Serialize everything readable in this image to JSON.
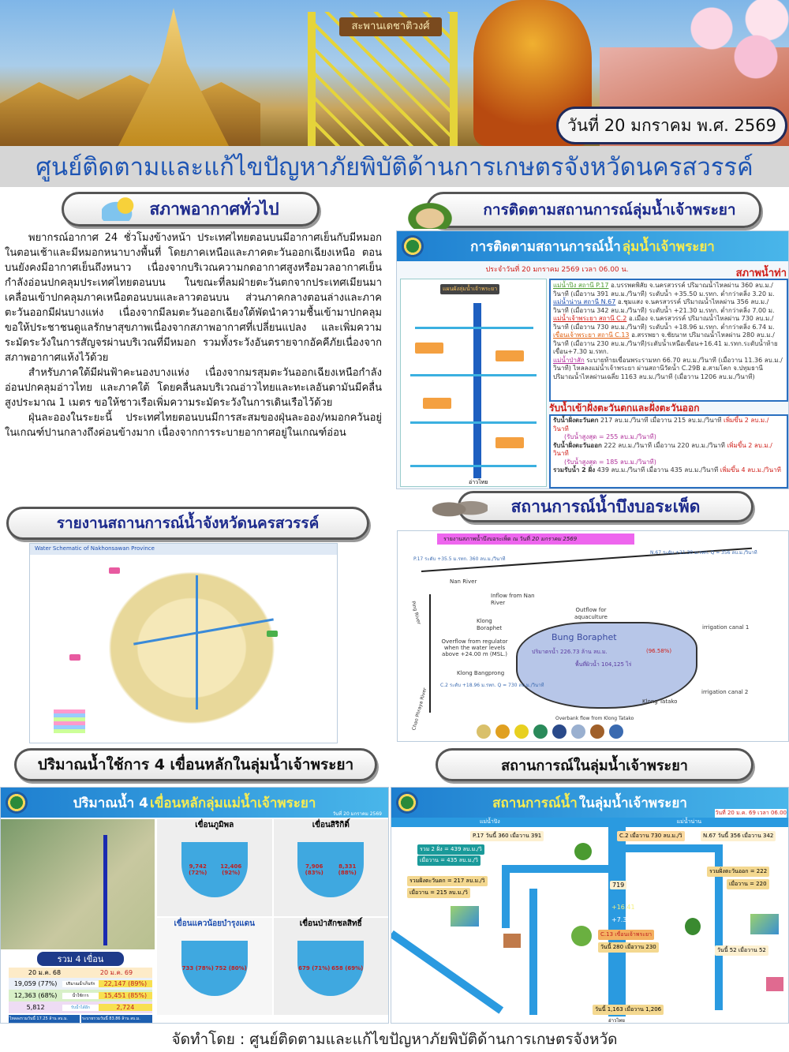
{
  "banner": {
    "sign_text": "สะพานเดชาติวงศ์",
    "date": "วันที่ 20 มกราคม พ.ศ. 2569"
  },
  "title": "ศูนย์ติดตามและแก้ไขปัญหาภัยพิบัติด้านการเกษตรจังหวัดนครสวรรค์",
  "sections": {
    "weather_header": "สภาพอากาศทั่วไป",
    "chaophraya_monitor_header": "การติดตามสถานการณ์ลุ่มน้ำเจ้าพระยา",
    "nakhonsawan_report_header": "รายงานสถานการณ์น้ำจังหวัดนครสวรรค์",
    "borapet_header": "สถานการณ์น้ำบึงบอระเพ็ด",
    "dams_header": "ปริมาณน้ำใช้การ 4 เขื่อนหลักในลุ่มน้ำเจ้าพระยา",
    "basin_header": "สถานการณ์ในลุ่มน้ำเจ้าพระยา"
  },
  "weather": {
    "paragraphs": [
      "พยากรณ์อากาศ 24 ชั่วโมงข้างหน้า ประเทศไทยตอนบนมีอากาศเย็นกับมีหมอกในตอนเช้าและมีหมอกหนาบางพื้นที่ โดยภาคเหนือและภาคตะวันออกเฉียงเหนือ ตอนบนยังคงมีอากาศเย็นถึงหนาว เนื่องจากบริเวณความกดอากาศสูงหรือมวลอากาศเย็นกำลังอ่อนปกคลุมประเทศไทยตอนบน ในขณะที่ลมฝ่ายตะวันตกจากประเทศเมียนมาเคลื่อนเข้าปกคลุมภาคเหนือตอนบนและลาวตอนบน ส่วนภาคกลางตอนล่างและภาคตะวันออกมีฝนบางแห่ง เนื่องจากมีลมตะวันออกเฉียงใต้พัดนำความชื้นเข้ามาปกคลุม ขอให้ประชาชนดูแลรักษาสุขภาพเนื่องจากสภาพอากาศที่เปลี่ยนแปลง และเพิ่มความระมัดระวังในการสัญจรผ่านบริเวณที่มีหมอก รวมทั้งระวังอันตรายจากอัคคีภัยเนื่องจากสภาพอากาศแห้งไว้ด้วย",
      "สำหรับภาคใต้มีฝนฟ้าคะนองบางแห่ง เนื่องจากมรสุมตะวันออกเฉียงเหนือกำลังอ่อนปกคลุมอ่าวไทย และภาคใต้ โดยคลื่นลมบริเวณอ่าวไทยและทะเลอันดามันมีคลื่นสูงประมาณ 1 เมตร ขอให้ชาวเรือเพิ่มความระมัดระวังในการเดินเรือไว้ด้วย",
      "ฝุ่นละอองในระยะนี้ ประเทศไทยตอนบนมีการสะสมของฝุ่นละออง/หมอกควันอยู่ในเกณฑ์ปานกลางถึงค่อนข้างมาก เนื่องจากการระบายอากาศอยู่ในเกณฑ์อ่อน"
    ]
  },
  "chaophraya_panel": {
    "title_a": "การติดตามสถานการณ์น้ำ",
    "title_b": "ลุ่มน้ำเจ้าพระยา",
    "as_of": "ประจำวันที่ 20 มกราคม 2569 เวลา 06.00 น.",
    "status_title": "สภาพน้ำท่า",
    "diagram_label": "แผนผังลุ่มน้ำเจ้าพระยา",
    "gulf": "อ่าวไทย",
    "stations": [
      {
        "name": "แม่น้ำปิง สถานี P.17",
        "text": "อ.บรรพตพิสัย จ.นครสวรรค์ ปริมาณน้ำไหลผ่าน 360 ลบ.ม./วินาที (เมื่อวาน 391 ลบ.ม./วินาที) ระดับน้ำ +35.50 ม.รทก. ต่ำกว่าตลิ่ง 3.20 ม."
      },
      {
        "name": "แม่น้ำน่าน สถานี N.67",
        "text": "อ.ชุมแสง จ.นครสวรรค์ ปริมาณน้ำไหลผ่าน 356 ลบ.ม./วินาที (เมื่อวาน 342 ลบ.ม./วินาที) ระดับน้ำ +21.30 ม.รทก. ต่ำกว่าตลิ่ง 7.00 ม."
      },
      {
        "name": "แม่น้ำเจ้าพระยา สถานี C.2",
        "text": "อ.เมือง จ.นครสวรรค์ ปริมาณน้ำไหลผ่าน 730 ลบ.ม./วินาที (เมื่อวาน 730 ลบ.ม./วินาที) ระดับน้ำ +18.96 ม.รทก. ต่ำกว่าตลิ่ง 6.74 ม."
      },
      {
        "name": "เขื่อนเจ้าพระยา สถานี C.13",
        "text": "อ.สรรพยา จ.ชัยนาท ปริมาณน้ำไหลผ่าน 280 ลบ.ม./วินาที (เมื่อวาน 230 ลบ.ม./วินาที)ระดับน้ำเหนือเขื่อน+16.41 ม.รทก.ระดับน้ำท้ายเขื่อน+7.30 ม.รทก."
      },
      {
        "name": "แม่น้ำป่าสัก",
        "text": "ระบายท้ายเขื่อนพระรามหก 66.70 ลบ.ม./วินาที (เมื่อวาน 11.36 ลบ.ม./วินาที) ไหลลงแม่น้ำเจ้าพระยา ผ่านสถานีวัดน้ำ C.29B อ.สามโคก จ.ปทุมธานี ปริมาณน้ำไหลผ่านเฉลี่ย 1163 ลบ.ม./วินาที (เมื่อวาน 1206 ลบ.ม./วินาที)"
      }
    ],
    "intake_title": "รับน้ำเข้าฝั่งตะวันตกและฝั่งตะวันออก",
    "intake": [
      {
        "label": "รับน้ำฝั่งตะวันตก",
        "value": "217 ลบ.ม./วินาที เมื่อวาน 215 ลบ.ม./วินาที",
        "change": "เพิ่มขึ้น 2 ลบ.ม./วินาที",
        "max": "(รับน้ำสูงสุด = 255 ลบ.ม./วินาที)"
      },
      {
        "label": "รับน้ำฝั่งตะวันออก",
        "value": "222 ลบ.ม./วินาที เมื่อวาน 220 ลบ.ม./วินาที",
        "change": "เพิ่มขึ้น 2 ลบ.ม./วินาที",
        "max": "(รับน้ำสูงสุด = 185 ลบ.ม./วินาที)"
      },
      {
        "label": "รวมรับน้ำ 2 ฝั่ง",
        "value": "439 ลบ.ม./วินาที เมื่อวาน 435 ลบ.ม./วินาที",
        "change": "เพิ่มขึ้น 4 ลบ.ม./วินาที",
        "max": ""
      }
    ]
  },
  "nakhonsawan_map": {
    "title": "Water Schematic of Nakhonsawan Province"
  },
  "borapet": {
    "report_label": "รายงานสภาพน้ำบึงบอระเพ็ด ณ วันที่",
    "report_date": "20 มกราคม 2569",
    "lake_name": "Bung Boraphet",
    "volume": "ปริมาตรน้ำ 226.73 ล้าน ลบ.ม.",
    "percent": "(96.58%)",
    "area": "พื้นที่ผิวน้ำ 104,125 ไร่",
    "p17": "P.17 ระดับ +35.5 ม.รทก. 360 ลบ.ม./วินาที",
    "n67": "N.67 ระดับ +21.30 ม.รทก. Q = 356 ลบ.ม./วินาที",
    "c2": "C.2 ระดับ +18.96 ม.รทก. Q = 730 ลบ.ม./วินาที",
    "labels": [
      "Ping River",
      "Nan River",
      "Inflow from Nan River",
      "Klong Boraphet",
      "Outflow for aquaculture",
      "Overflow from regulator when the water levels above +24.00 m (MSL.)",
      "Klong Bangprong",
      "irrigation canal 1",
      "irrigation canal 2",
      "Klong Tatako",
      "Overbank flow from Klong Tatako",
      "Chao Phraya River"
    ]
  },
  "dams_panel": {
    "title_a": "ปริมาณน้ำ 4 ",
    "title_b": "เขื่อนหลักลุ่มแม่น้ำเจ้าพระยา",
    "as_of": "วันที่ 20 มกราคม 2569",
    "dams": [
      {
        "name": "เขื่อนภูมิพล",
        "y68": "9,742 (72%)",
        "y69": "12,406 (92%)"
      },
      {
        "name": "เขื่อนสิริกิติ์",
        "y68": "7,906 (83%)",
        "y69": "8,331 (88%)"
      },
      {
        "name": "เขื่อนแควน้อยบำรุงแดน",
        "y68": "733 (78%)",
        "y69": "752 (80%)"
      },
      {
        "name": "เขื่อนป่าสักชลสิทธิ์",
        "y68": "679 (71%)",
        "y69": "658 (69%)"
      }
    ],
    "summary_title": "รวม 4 เขื่อน",
    "col_68": "20 ม.ค. 68",
    "col_69": "20 ม.ค. 69",
    "rows": [
      {
        "label": "ปริมาณน้ำเก็บกัก",
        "v68": "19,059 (77%)",
        "v69": "22,147 (89%)"
      },
      {
        "label": "น้ำใช้การ",
        "v68": "12,363 (68%)",
        "v69": "15,451 (85%)"
      },
      {
        "label": "รับน้ำได้อีก",
        "v68": "5,812",
        "v69": "2,724"
      }
    ],
    "inflow": "ไหลลงรวมวันนี้ 17.25 ล้าน ลบ.ม.",
    "outflow": "ระบายรวมวันนี้ 83.86 ล้าน ลบ.ม."
  },
  "basin_panel": {
    "title_a": "สถานการณ์น้ำ",
    "title_b": "ในลุ่มน้ำเจ้าพระยา",
    "as_of": "วันที่ 20 ม.ค. 69 เวลา 06.00",
    "ping": "แม่น้ำปิง",
    "nan": "แม่น้ำน่าน",
    "p17": "P.17 วันนี้ 360 เมื่อวาน 391",
    "c2": "C.2 เมื่อวาน 730 ลบ.ม./วิ",
    "n67": "N.67 วันนี้ 356 เมื่อวาน 342",
    "west_total": "รวม 2 ฝั่ง = 439 ลบ.ม./วิ",
    "west_yday": "เมื่อวาน = 435 ลบ.ม./วิ",
    "west": "รวมฝั่งตะวันตก = 217 ลบ.ม./วิ",
    "west_y": "เมื่อวาน = 215 ลบ.ม./วิ",
    "east": "รวมฝั่งตะวันออก = 222",
    "east_y": "เมื่อวาน = 220",
    "c13": "C.13 เขื่อนเจ้าพระยา",
    "c13_flow": "วันนี้ 280 เมื่อวาน 230",
    "upper": "+16.41",
    "lower": "+7.30",
    "c29": "วันนี้ 1,163 เมื่อวาน 1,206",
    "pasak": "วันนี้ 52 เมื่อวาน 52",
    "center": "719",
    "gulf": "อ่าวไทย"
  },
  "footer": "จัดทำโดย : ศูนย์ติดตามและแก้ไขปัญหาภัยพิบัติด้านการเกษตรจังหวัด"
}
